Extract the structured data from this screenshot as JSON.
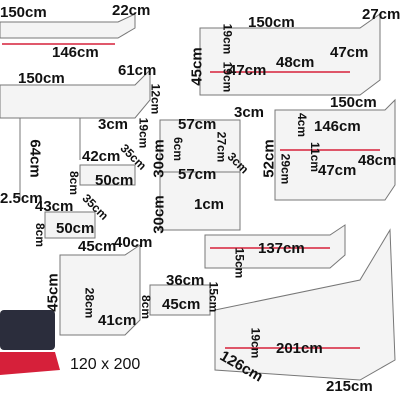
{
  "wall_shelf_top": {
    "width": "150cm",
    "depth": "22cm",
    "inner": "146cm"
  },
  "wall_cabinet": {
    "width": "150cm",
    "depth": "27cm",
    "height": "45cm",
    "inner_h1": "19cm",
    "inner_h2": "19cm",
    "compartments": [
      "47cm",
      "48cm",
      "47cm"
    ]
  },
  "desk": {
    "width": "150cm",
    "depth": "61cm",
    "top": "12cm",
    "leg": "64cm",
    "inner_a": "3cm",
    "inner_b": "19cm",
    "side": "2.5cm"
  },
  "desk_drawer_small": {
    "width": "42cm",
    "depth": "35cm",
    "height": "8cm",
    "front": "50cm"
  },
  "desk_drawer_large": {
    "width": "43cm",
    "depth": "35cm",
    "height": "8cm",
    "front": "50cm"
  },
  "headboard_panels": {
    "width_top": "57cm",
    "height_top": "30cm",
    "depth_top": "3cm",
    "inner_top": "6cm",
    "inner_right": "27cm",
    "side": "3cm",
    "width_bottom": "57cm",
    "height_bottom": "30cm",
    "inner_bottom": "1cm"
  },
  "low_cabinet": {
    "width": "150cm",
    "inner": "146cm",
    "height": "52cm",
    "side_a": "4cm",
    "side_b": "29cm",
    "side_c": "11cm",
    "compartments": [
      "47cm",
      "48cm"
    ]
  },
  "nightstand": {
    "width": "45cm",
    "depth": "40cm",
    "height": "45cm",
    "inner_h": "28cm",
    "inner_w": "41cm"
  },
  "nightstand_drawer": {
    "width": "36cm",
    "inner": "45cm",
    "height": "8cm",
    "front": "15cm"
  },
  "bed_drawer": {
    "width": "137cm",
    "height": "15cm"
  },
  "bed": {
    "length": "215cm",
    "width": "126cm",
    "inner": "201cm",
    "height": "19cm"
  },
  "mattress": {
    "size": "120 x 200"
  },
  "colors": {
    "accent": "#d6203a",
    "line": "#777777",
    "fill": "#f4f4f4",
    "mattress": "#2b2d3c"
  }
}
